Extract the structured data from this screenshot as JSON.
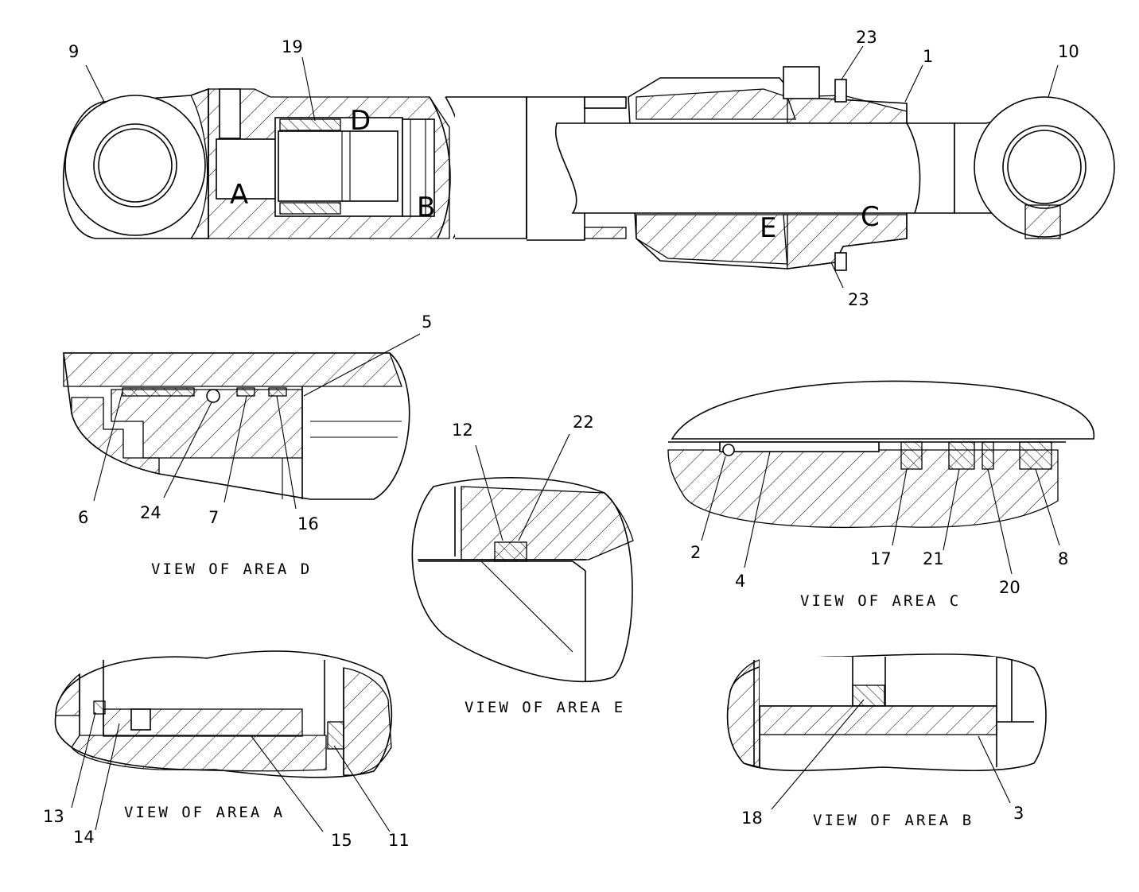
{
  "callouts": {
    "c1": "1",
    "c2": "2",
    "c3": "3",
    "c4": "4",
    "c5": "5",
    "c6": "6",
    "c7": "7",
    "c8": "8",
    "c9": "9",
    "c10": "10",
    "c11": "11",
    "c12": "12",
    "c13": "13",
    "c14": "14",
    "c15": "15",
    "c16": "16",
    "c17": "17",
    "c18": "18",
    "c19": "19",
    "c20": "20",
    "c21": "21",
    "c22": "22",
    "c23a": "23",
    "c23b": "23",
    "c24": "24"
  },
  "area_letters": {
    "a": "A",
    "b": "B",
    "c": "C",
    "d": "D",
    "e": "E"
  },
  "captions": {
    "view_d": "VIEW OF AREA D",
    "view_e": "VIEW OF AREA E",
    "view_c": "VIEW OF AREA C",
    "view_a": "VIEW OF AREA A",
    "view_b": "VIEW OF AREA B"
  }
}
